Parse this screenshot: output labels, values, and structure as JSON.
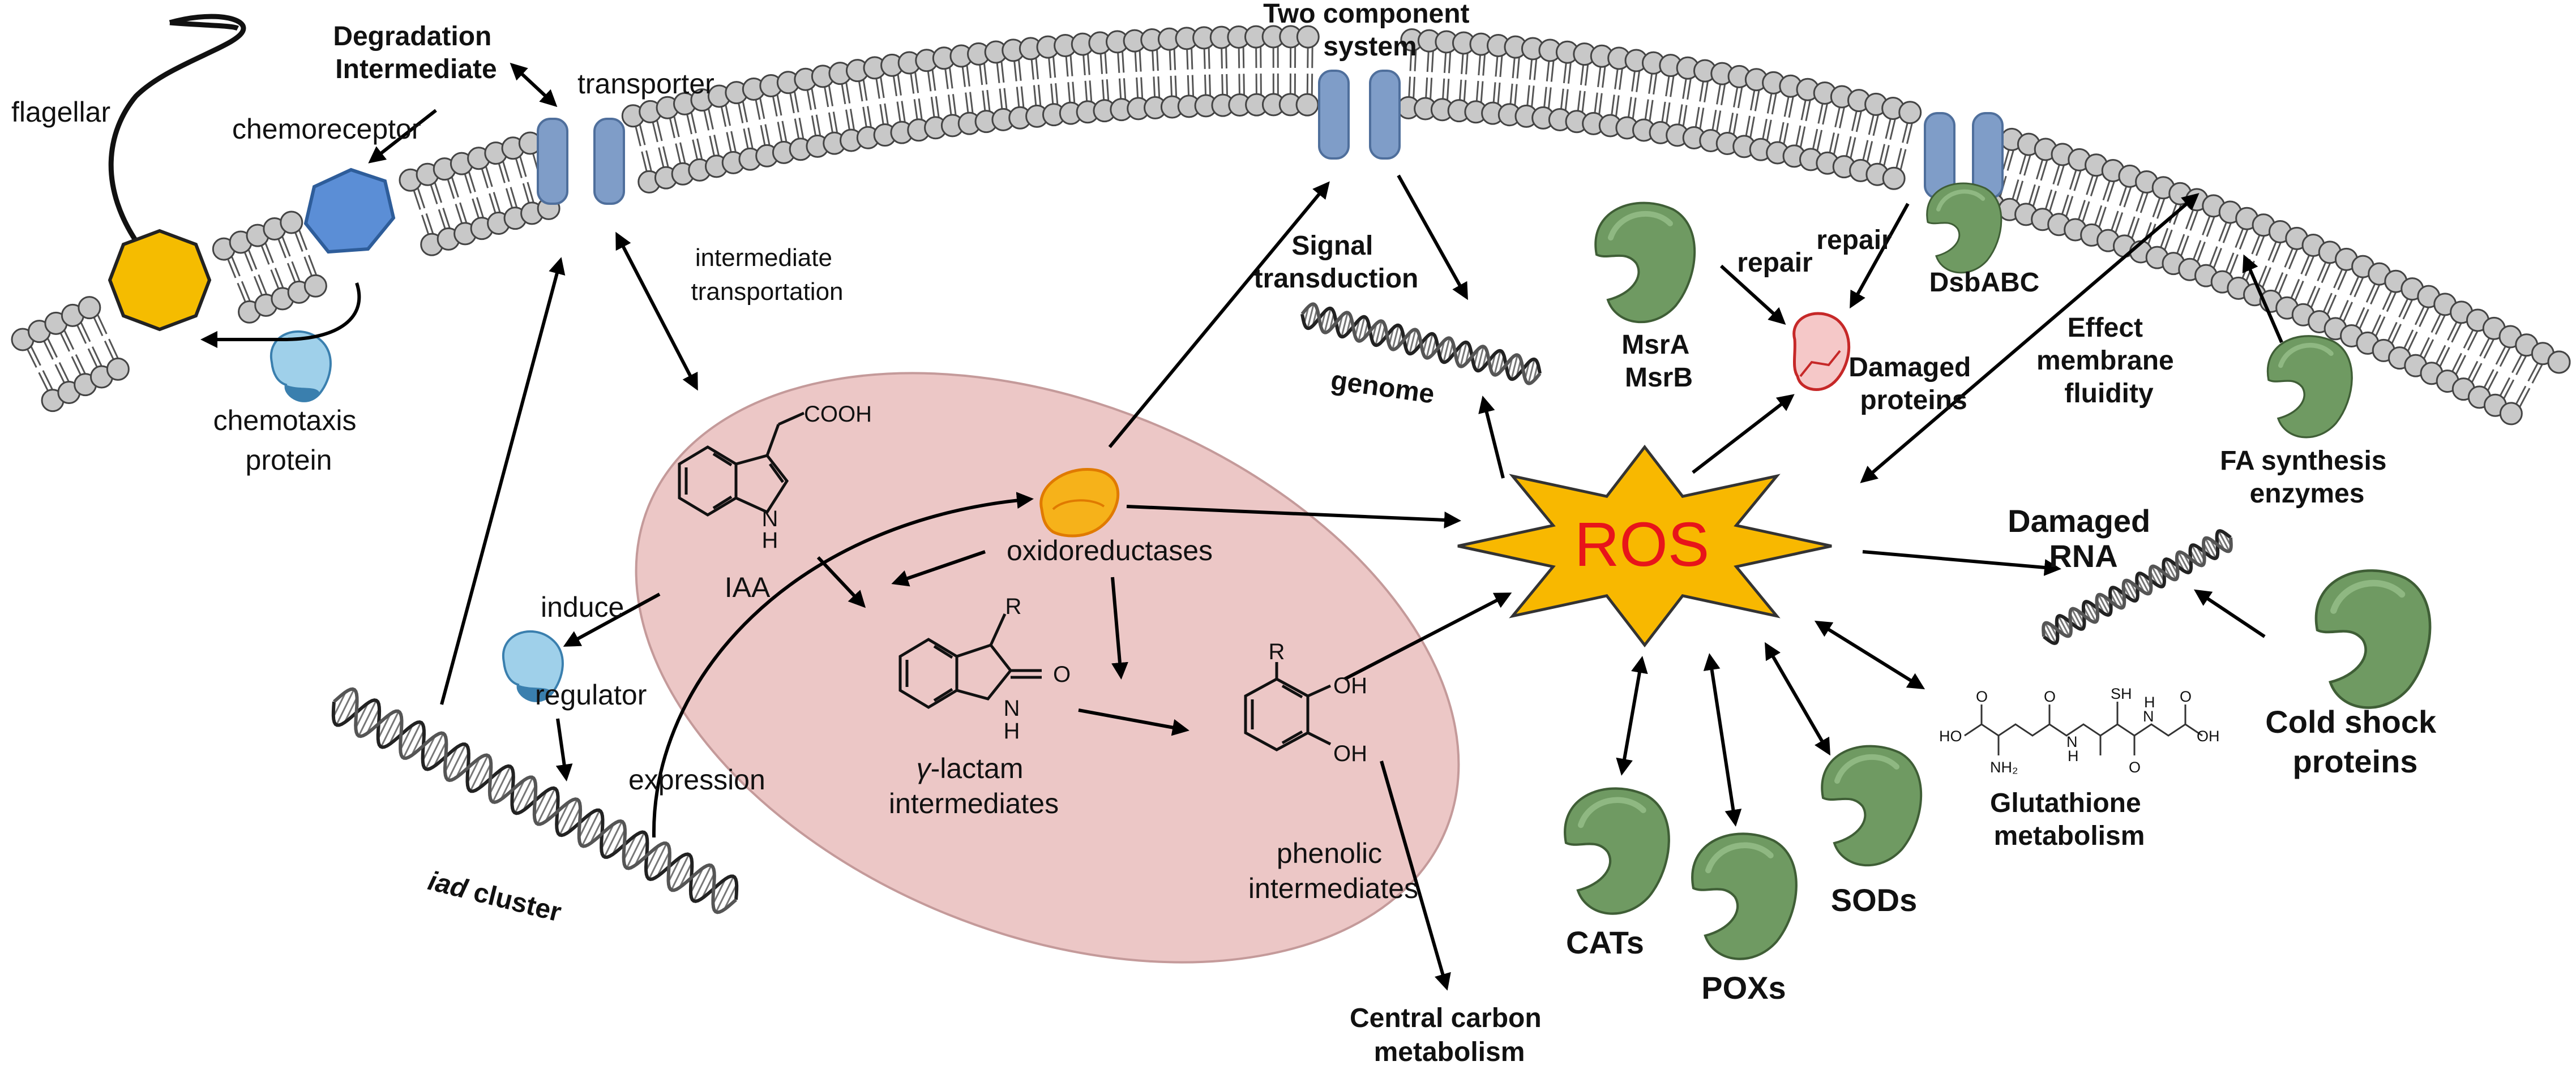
{
  "colors": {
    "membrane_head": "#c8c8c8",
    "channel": "#7f9dc8",
    "chemoreceptor": "#5b8ed6",
    "flagellar_motor": "#f5bc00",
    "enzyme_green": "#6f9a62",
    "damaged_protein": "#e9a3a3",
    "oxidoreductase": "#f6b21a",
    "ros_star": "#f8b800",
    "ros_text": "#e8141a",
    "cell_ellipse": "#ecc7c6",
    "regulator": "#7db8dc"
  },
  "membrane": {
    "flagellar": "flagellar",
    "chemoreceptor": "chemoreceptor",
    "degradation_intermediate": "Degradation\nIntermediate",
    "transporter": "transporter",
    "two_component_system": "Two component\nsystem",
    "dsbabc": "DsbABC",
    "chemotaxis_protein": "chemotaxis\nprotein"
  },
  "pathway": {
    "intermediate_transportation": "intermediate\ntransportation",
    "iaa": "IAA",
    "cooh": "COOH",
    "nh": "N\nH",
    "oxidoreductases": "oxidoreductases",
    "gamma_lactam": "γ-lactam\nintermediates",
    "r_group": "R",
    "oxo": "O",
    "phenolic": "phenolic\nintermediates",
    "oh": "OH",
    "induce": "induce",
    "regulator": "regulator",
    "expression": "expression",
    "iad_cluster_italic": "iad",
    "iad_cluster_rest": " cluster",
    "central_carbon": "Central carbon\nmetabolism"
  },
  "ros": {
    "label": "ROS",
    "signal_transduction": "Signal\ntransduction",
    "genome": "genome",
    "msra_msrb": "MsrA\nMsrB",
    "repair": "repair",
    "damaged_proteins": "Damaged\nproteins",
    "effect_membrane_fluidity": "Effect\nmembrane\nfluidity",
    "fa_synthesis": "FA synthesis\nenzymes",
    "damaged_rna": "Damaged\nRNA",
    "cold_shock": "Cold shock\nproteins",
    "glutathione": "Glutathione\nmetabolism",
    "glut_sh": "SH",
    "glut_ho": "HO",
    "glut_oh": "OH",
    "glut_nh2": "NH₂",
    "glut_n": "N",
    "glut_h": "H",
    "glut_o": "O",
    "cats": "CATs",
    "poxs": "POXs",
    "sods": "SODs"
  }
}
